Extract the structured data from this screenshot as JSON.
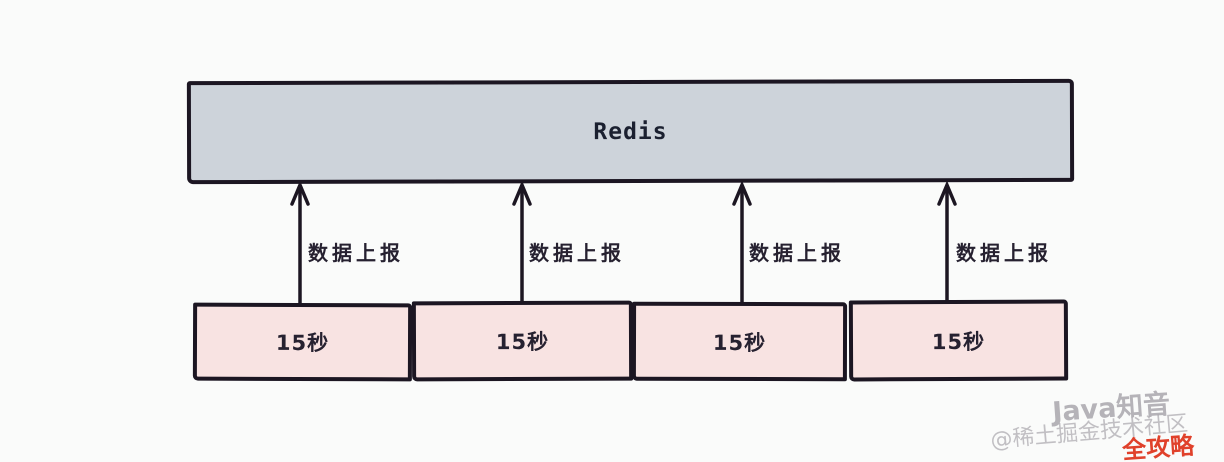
{
  "diagram": {
    "redis": {
      "label": "Redis"
    },
    "flows": [
      {
        "arrow_label": "数据上报",
        "box_label": "15秒"
      },
      {
        "arrow_label": "数据上报",
        "box_label": "15秒"
      },
      {
        "arrow_label": "数据上报",
        "box_label": "15秒"
      },
      {
        "arrow_label": "数据上报",
        "box_label": "15秒"
      }
    ]
  },
  "watermark": {
    "brand": "Java知音",
    "community": "@稀土掘金技术社区",
    "badge": "全攻略"
  },
  "colors": {
    "background": "#fafbfa",
    "redis_fill": "#cdd3da",
    "box_fill": "#f8e3e2",
    "stroke": "#1c1622",
    "text": "#262130",
    "watermark_gray": "#a9a7ad",
    "badge_red": "#e0412b"
  }
}
